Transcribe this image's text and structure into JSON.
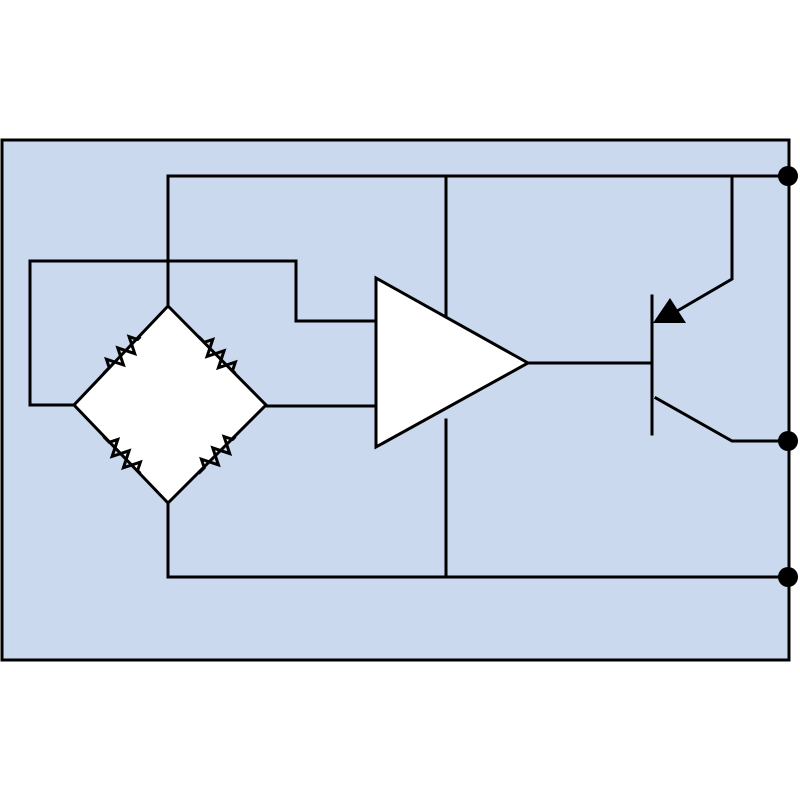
{
  "diagram": {
    "description_visible_text": "",
    "colors": {
      "background": "#ffffff",
      "package_fill": "#cbd9ee",
      "package_stroke": "#000000",
      "wire": "#000000",
      "component_fill": "#ffffff",
      "terminal": "#000000"
    },
    "components": {
      "bridge": {
        "type": "wheatstone-bridge",
        "resistor_count": 4
      },
      "amplifier": {
        "type": "op-amp-triangle"
      },
      "transistor": {
        "type": "pnp-bjt",
        "arrow": "emitter-inward"
      },
      "terminals": {
        "count": 3
      }
    }
  }
}
